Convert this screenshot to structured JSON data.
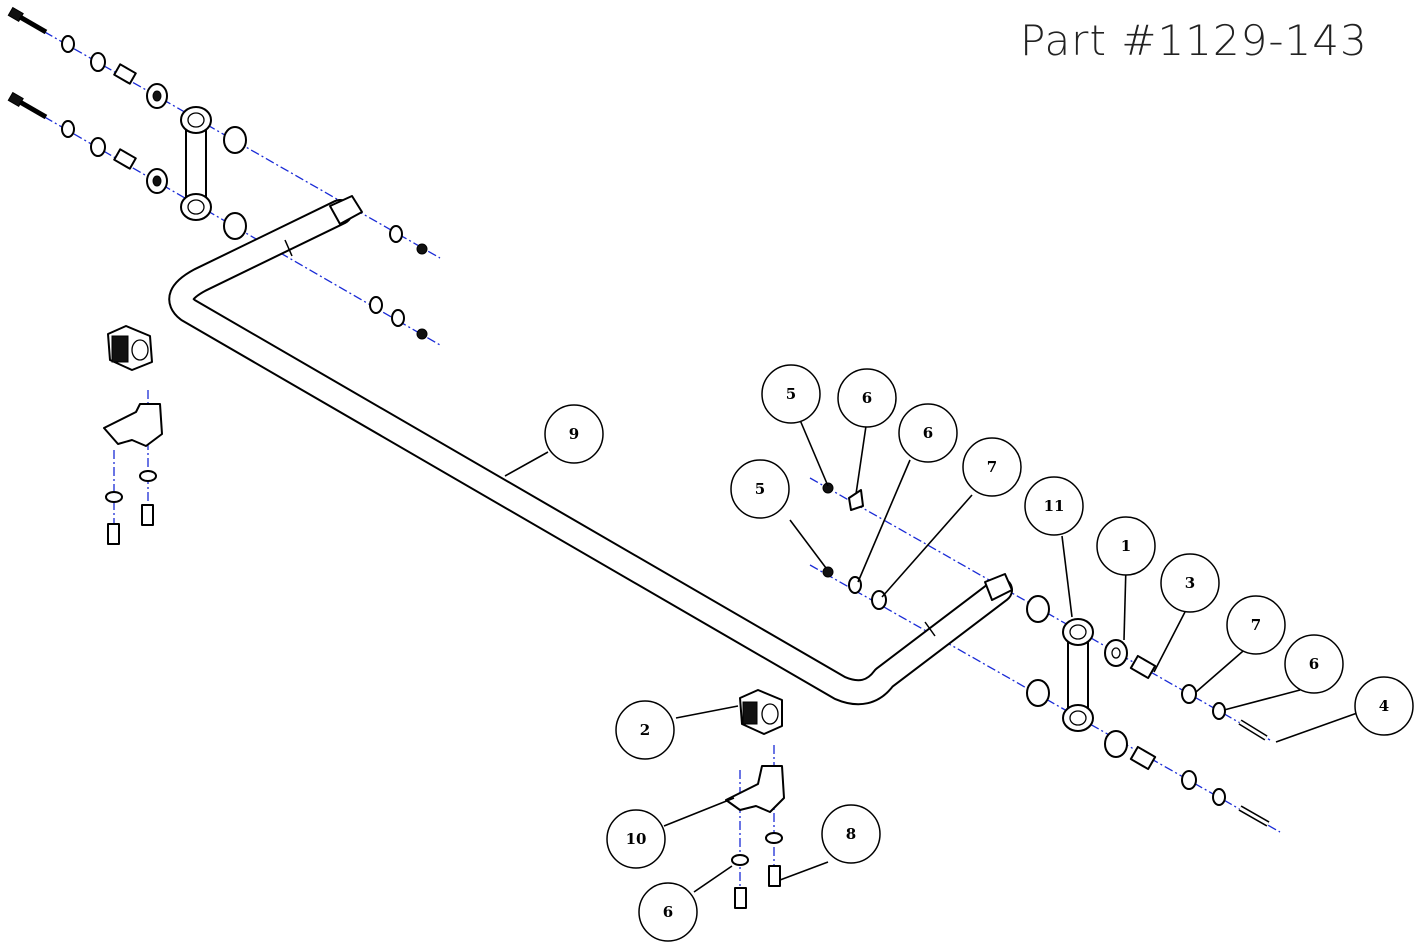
{
  "part_number": "Part #1129-143",
  "colors": {
    "axis": "#1a2bd6",
    "ink": "#000000",
    "background": "#ffffff"
  },
  "callouts": [
    {
      "id": "c5a",
      "label": "5"
    },
    {
      "id": "c6a",
      "label": "6"
    },
    {
      "id": "c6b",
      "label": "6"
    },
    {
      "id": "c7a",
      "label": "7"
    },
    {
      "id": "c5b",
      "label": "5"
    },
    {
      "id": "c11",
      "label": "11"
    },
    {
      "id": "c1",
      "label": "1"
    },
    {
      "id": "c3",
      "label": "3"
    },
    {
      "id": "c7b",
      "label": "7"
    },
    {
      "id": "c6c",
      "label": "6"
    },
    {
      "id": "c4",
      "label": "4"
    },
    {
      "id": "c9",
      "label": "9"
    },
    {
      "id": "c2",
      "label": "2"
    },
    {
      "id": "c10",
      "label": "10"
    },
    {
      "id": "c8",
      "label": "8"
    },
    {
      "id": "c6d",
      "label": "6"
    }
  ]
}
